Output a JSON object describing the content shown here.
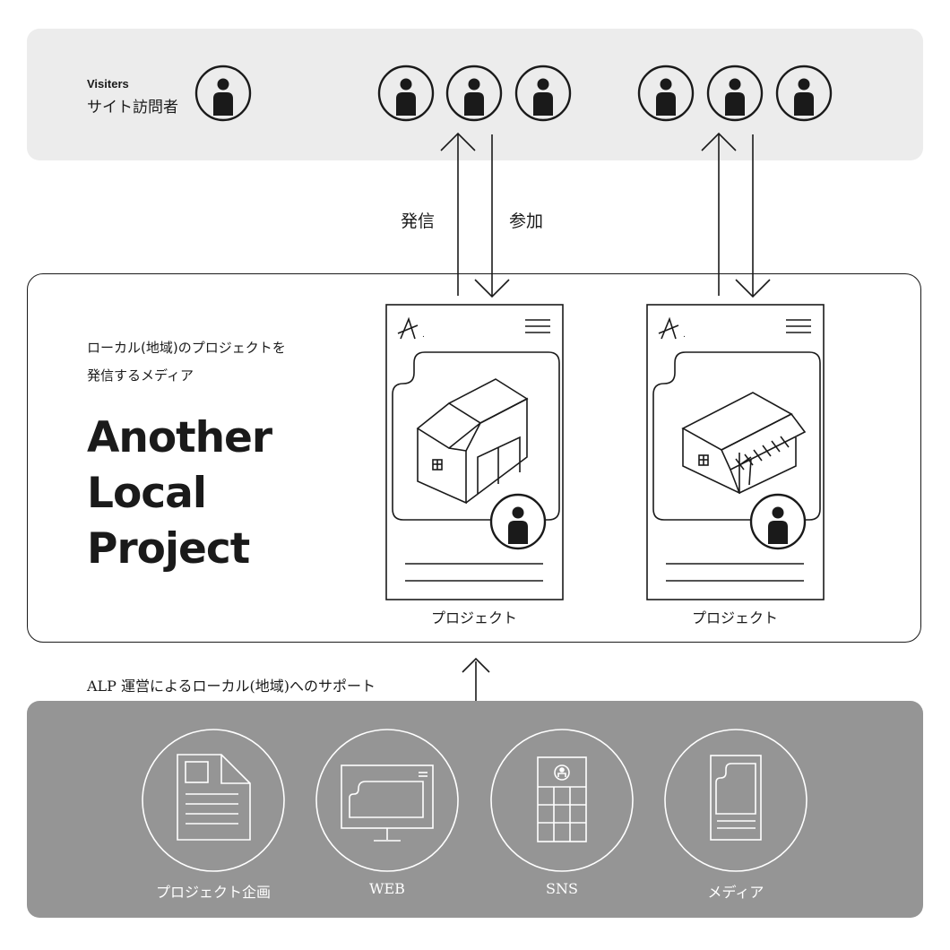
{
  "visitors": {
    "label_en": "Visiters",
    "label_jp": "サイト訪問者"
  },
  "arrows": {
    "send_label": "発信",
    "join_label": "参加"
  },
  "media": {
    "tagline_line1": "ローカル(地域)のプロジェクトを",
    "tagline_line2": "発信するメディア",
    "title_line1": "Another",
    "title_line2": "Local",
    "title_line3": "Project",
    "phone_logo": "A.",
    "project_cards": [
      {
        "caption": "プロジェクト",
        "building": "house"
      },
      {
        "caption": "プロジェクト",
        "building": "shop"
      }
    ]
  },
  "support": {
    "label": "ALP 運営によるローカル(地域)へのサポート",
    "services": [
      {
        "label": "プロジェクト企画",
        "icon": "document-icon"
      },
      {
        "label": "WEB",
        "icon": "monitor-icon"
      },
      {
        "label": "SNS",
        "icon": "smartphone-grid-icon"
      },
      {
        "label": "メディア",
        "icon": "media-page-icon"
      }
    ]
  },
  "colors": {
    "ink": "#1a1a1a",
    "top_panel": "#ececec",
    "bottom_panel": "#959595",
    "white": "#ffffff"
  }
}
